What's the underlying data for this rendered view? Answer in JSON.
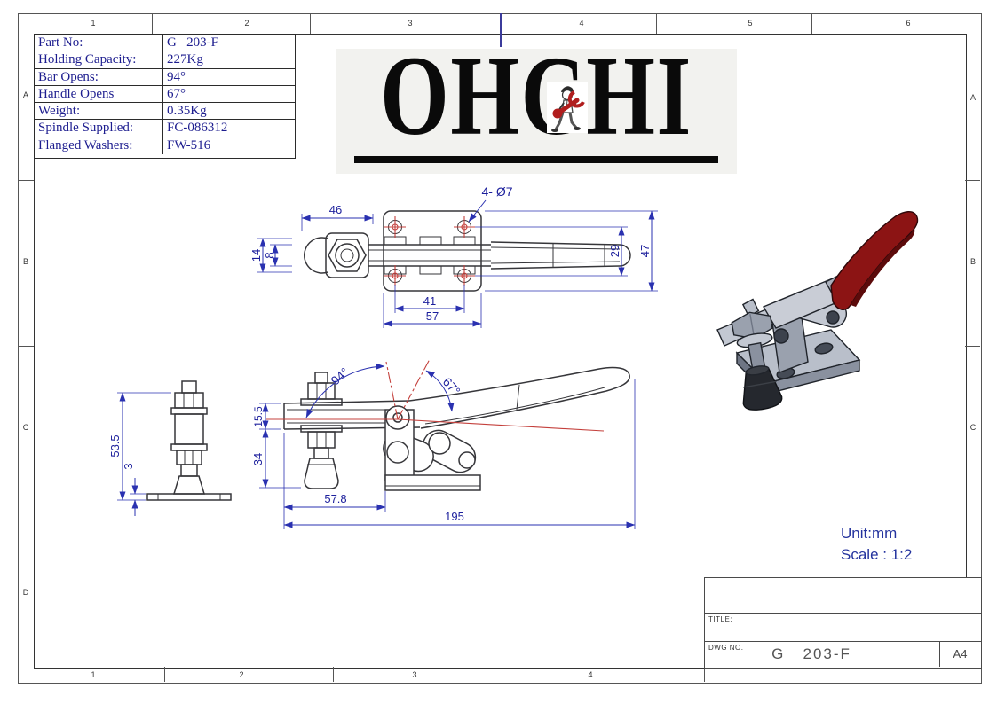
{
  "sheet": {
    "grid_labels": {
      "top": [
        "1",
        "2",
        "3",
        "4",
        "5",
        "6"
      ],
      "bottom": [
        "1",
        "2",
        "3",
        "4"
      ],
      "left": [
        "A",
        "B",
        "C",
        "D"
      ],
      "right": [
        "A",
        "B",
        "C"
      ]
    }
  },
  "spec_table": {
    "rows": [
      {
        "label": "Part No:",
        "value": "G   203-F"
      },
      {
        "label": "Holding Capacity:",
        "value": "227Kg"
      },
      {
        "label": "Bar Opens:",
        "value": "94°"
      },
      {
        "label": "Handle Opens",
        "value": "67°"
      },
      {
        "label": "Weight:",
        "value": "0.35Kg"
      },
      {
        "label": "Spindle Supplied:",
        "value": "FC-086312"
      },
      {
        "label": "Flanged Washers:",
        "value": "FW-516"
      }
    ]
  },
  "logo": {
    "text": "OHCHI",
    "mascot": "worker-with-red-wrench-icon"
  },
  "notes": {
    "unit": "Unit:mm",
    "scale": "Scale : 1:2"
  },
  "title_block": {
    "title_label": "TITLE:",
    "dwg_no_label": "DWG NO.",
    "dwg_no": "G   203-F",
    "sheet_size": "A4"
  },
  "dims": {
    "top": {
      "d46": "46",
      "d14": "14",
      "d8": "8",
      "holes": "4- Ø7",
      "d41": "41",
      "d57": "57",
      "d29": "29",
      "d47": "47"
    },
    "front": {
      "a94": "94°",
      "a67": "67°",
      "d155": "15.5",
      "d34": "34",
      "d578": "57.8",
      "d195": "195"
    },
    "side": {
      "d535": "53.5",
      "d3": "3"
    }
  },
  "colors": {
    "dimension_blue": "#2a31b0",
    "centerline_red": "#c4403c",
    "outline_gray": "#36363a",
    "handle_red": "#8c1414",
    "navy_text": "#1d1d8f"
  }
}
